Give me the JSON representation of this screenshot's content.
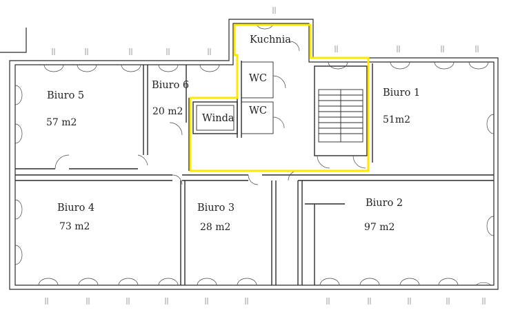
{
  "rooms": {
    "biuro5": {
      "name": "Biuro 5",
      "area": "57 m2"
    },
    "biuro6": {
      "name": "Biuro 6",
      "area": "20 m2"
    },
    "biuro1": {
      "name": "Biuro 1",
      "area": "51m2"
    },
    "biuro4": {
      "name": "Biuro 4",
      "area": "73 m2"
    },
    "biuro3": {
      "name": "Biuro 3",
      "area": "28 m2"
    },
    "biuro2": {
      "name": "Biuro 2",
      "area": "97  m2"
    },
    "kuchnia": {
      "name": "Kuchnia"
    },
    "wc1": {
      "name": "WC"
    },
    "wc2": {
      "name": "WC"
    },
    "winda": {
      "name": "Winda"
    }
  },
  "colors": {
    "highlight": "#ffe800",
    "walls": "#2a2a2a"
  }
}
